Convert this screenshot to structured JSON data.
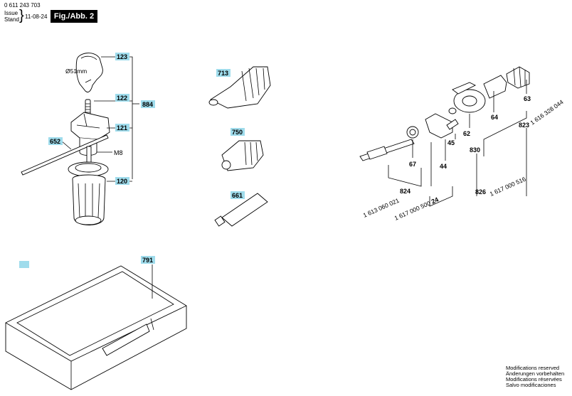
{
  "header": {
    "part_number": "0 611 243 703",
    "issue_label": "Issue",
    "stand_label": "Stand",
    "date": "11-08-24",
    "figure": "Fig./Abb. 2"
  },
  "tags": {
    "t123": "123",
    "t122": "122",
    "t884": "884",
    "t121": "121",
    "t652": "652",
    "t120": "120",
    "t713": "713",
    "t750": "750",
    "t661": "661",
    "t791": "791"
  },
  "labels": {
    "d51": "Ø51mm",
    "m8": "M8",
    "l63": "63",
    "l64": "64",
    "l62": "62",
    "l830": "830",
    "l45": "45",
    "l44": "44",
    "l67": "67",
    "l824": "824",
    "l823": "823",
    "l826": "826",
    "r823": "1 616 328 044",
    "r826": "1 617 000 516",
    "r24": "1 617 000 500",
    "l24": "24",
    "r824": "1 613 060 021"
  },
  "modifications": [
    "Modifications reserved",
    "Änderungen vorbehalten",
    "Modifications réservées",
    "Salvo modificaciones"
  ],
  "colors": {
    "tag_fill": "#9fdcec",
    "figure_box": "#000000"
  }
}
